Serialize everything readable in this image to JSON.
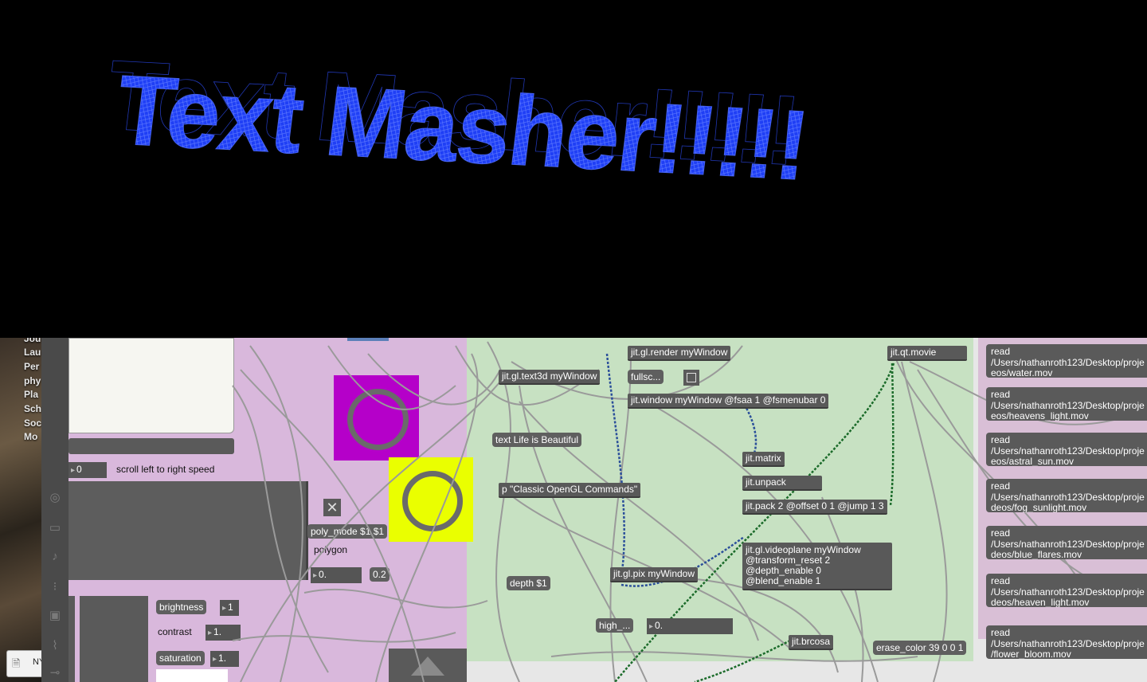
{
  "colors": {
    "render_bg": "#000000",
    "text_blue": "#1f3ff5",
    "purple_panel": "#d9b8dc",
    "green_panel": "#c7e1c2",
    "right_panel": "#d9bfd6",
    "object_bg": "#595959",
    "toggle_a": "#b500c9",
    "toggle_b": "#eaff00",
    "patch_cord": "#9a9a9a",
    "matrix_cord": "#1b6b2a"
  },
  "render_window": {
    "text": "Text Masher!!!!!"
  },
  "desktop": {
    "items": [
      "Jou",
      "Lau",
      "Per",
      "phy",
      "Pla",
      "Sch",
      "Soc",
      "Mo"
    ],
    "finder_tab": "NY"
  },
  "toolbar": {
    "icons": [
      "target-icon",
      "film-icon",
      "music-icon",
      "bracket-icon",
      "image-icon",
      "clip-icon",
      "plug-icon"
    ]
  },
  "patcher": {
    "scroll_number": "0",
    "scroll_label": "scroll left to right speed",
    "poly_mode": "poly_mode $1 $1",
    "polygon_label": "polygon",
    "float_value": "0.",
    "float_msg": "0.2",
    "brightness_label": "brightness",
    "brightness_value": "1",
    "contrast_label": "contrast",
    "contrast_value": "1.",
    "saturation_label": "saturation",
    "saturation_value": "1.",
    "text3d": "jit.gl.text3d myWindow",
    "text_msg": "text Life is Beautiful",
    "subpatch": "p \"Classic OpenGL Commands\"",
    "depth": "depth $1",
    "render": "jit.gl.render myWindow",
    "fullscreen": "fullsc...",
    "window": "jit.window myWindow @fsaa 1 @fsmenubar 0",
    "matrix": "jit.matrix",
    "unpack": "jit.unpack",
    "pack": "jit.pack 2 @offset 0 1 @jump 1 3",
    "videoplane": [
      "jit.gl.videoplane myWindow",
      "@transform_reset 2",
      "@depth_enable 0",
      "@blend_enable 1"
    ],
    "pix": "jit.gl.pix myWindow",
    "high": "high_...",
    "high_value": "0.",
    "brcosa": "jit.brcosa",
    "erase": "erase_color 39 0 0 1",
    "qtmovie": "jit.qt.movie",
    "reads": [
      [
        "read",
        "/Users/nathanroth123/Desktop/proje",
        "eos/water.mov"
      ],
      [
        "read",
        "/Users/nathanroth123/Desktop/proje",
        "eos/heavens_light.mov"
      ],
      [
        "read",
        "/Users/nathanroth123/Desktop/proje",
        "eos/astral_sun.mov"
      ],
      [
        "read",
        "/Users/nathanroth123/Desktop/proje",
        "deos/fog_sunlight.mov"
      ],
      [
        "read",
        "/Users/nathanroth123/Desktop/proje",
        "deos/blue_flares.mov"
      ],
      [
        "read",
        "/Users/nathanroth123/Desktop/proje",
        "deos/heaven_light.mov"
      ],
      [
        "read",
        "/Users/nathanroth123/Desktop/proje",
        "/flower_bloom.mov"
      ]
    ]
  }
}
